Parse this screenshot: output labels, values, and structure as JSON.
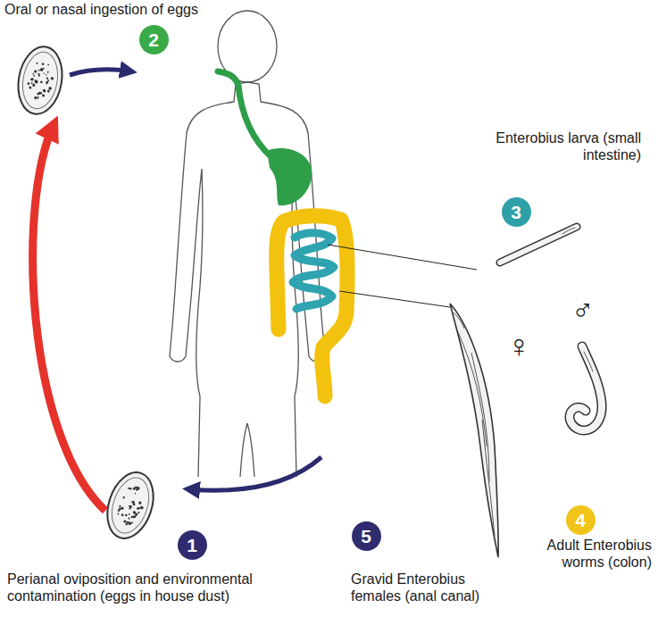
{
  "diagram": {
    "nodes": [
      {
        "text": [
          "2"
        ]
      },
      {
        "text": [
          "3"
        ]
      },
      {
        "text": [
          "4"
        ]
      },
      {
        "text": [
          "1"
        ]
      },
      {
        "text": [
          "5"
        ]
      }
    ],
    "labels": [
      "Oral or nasal ingestion of eggs",
      "Enterobius larva (small intestine)",
      "Adult Enterobius worms (colon)",
      "Gravid Enterobius females (anal canal)",
      "Perianal oviposition and environmental contamination (eggs in house dust)",
      "♀",
      "♂"
    ]
  }
}
